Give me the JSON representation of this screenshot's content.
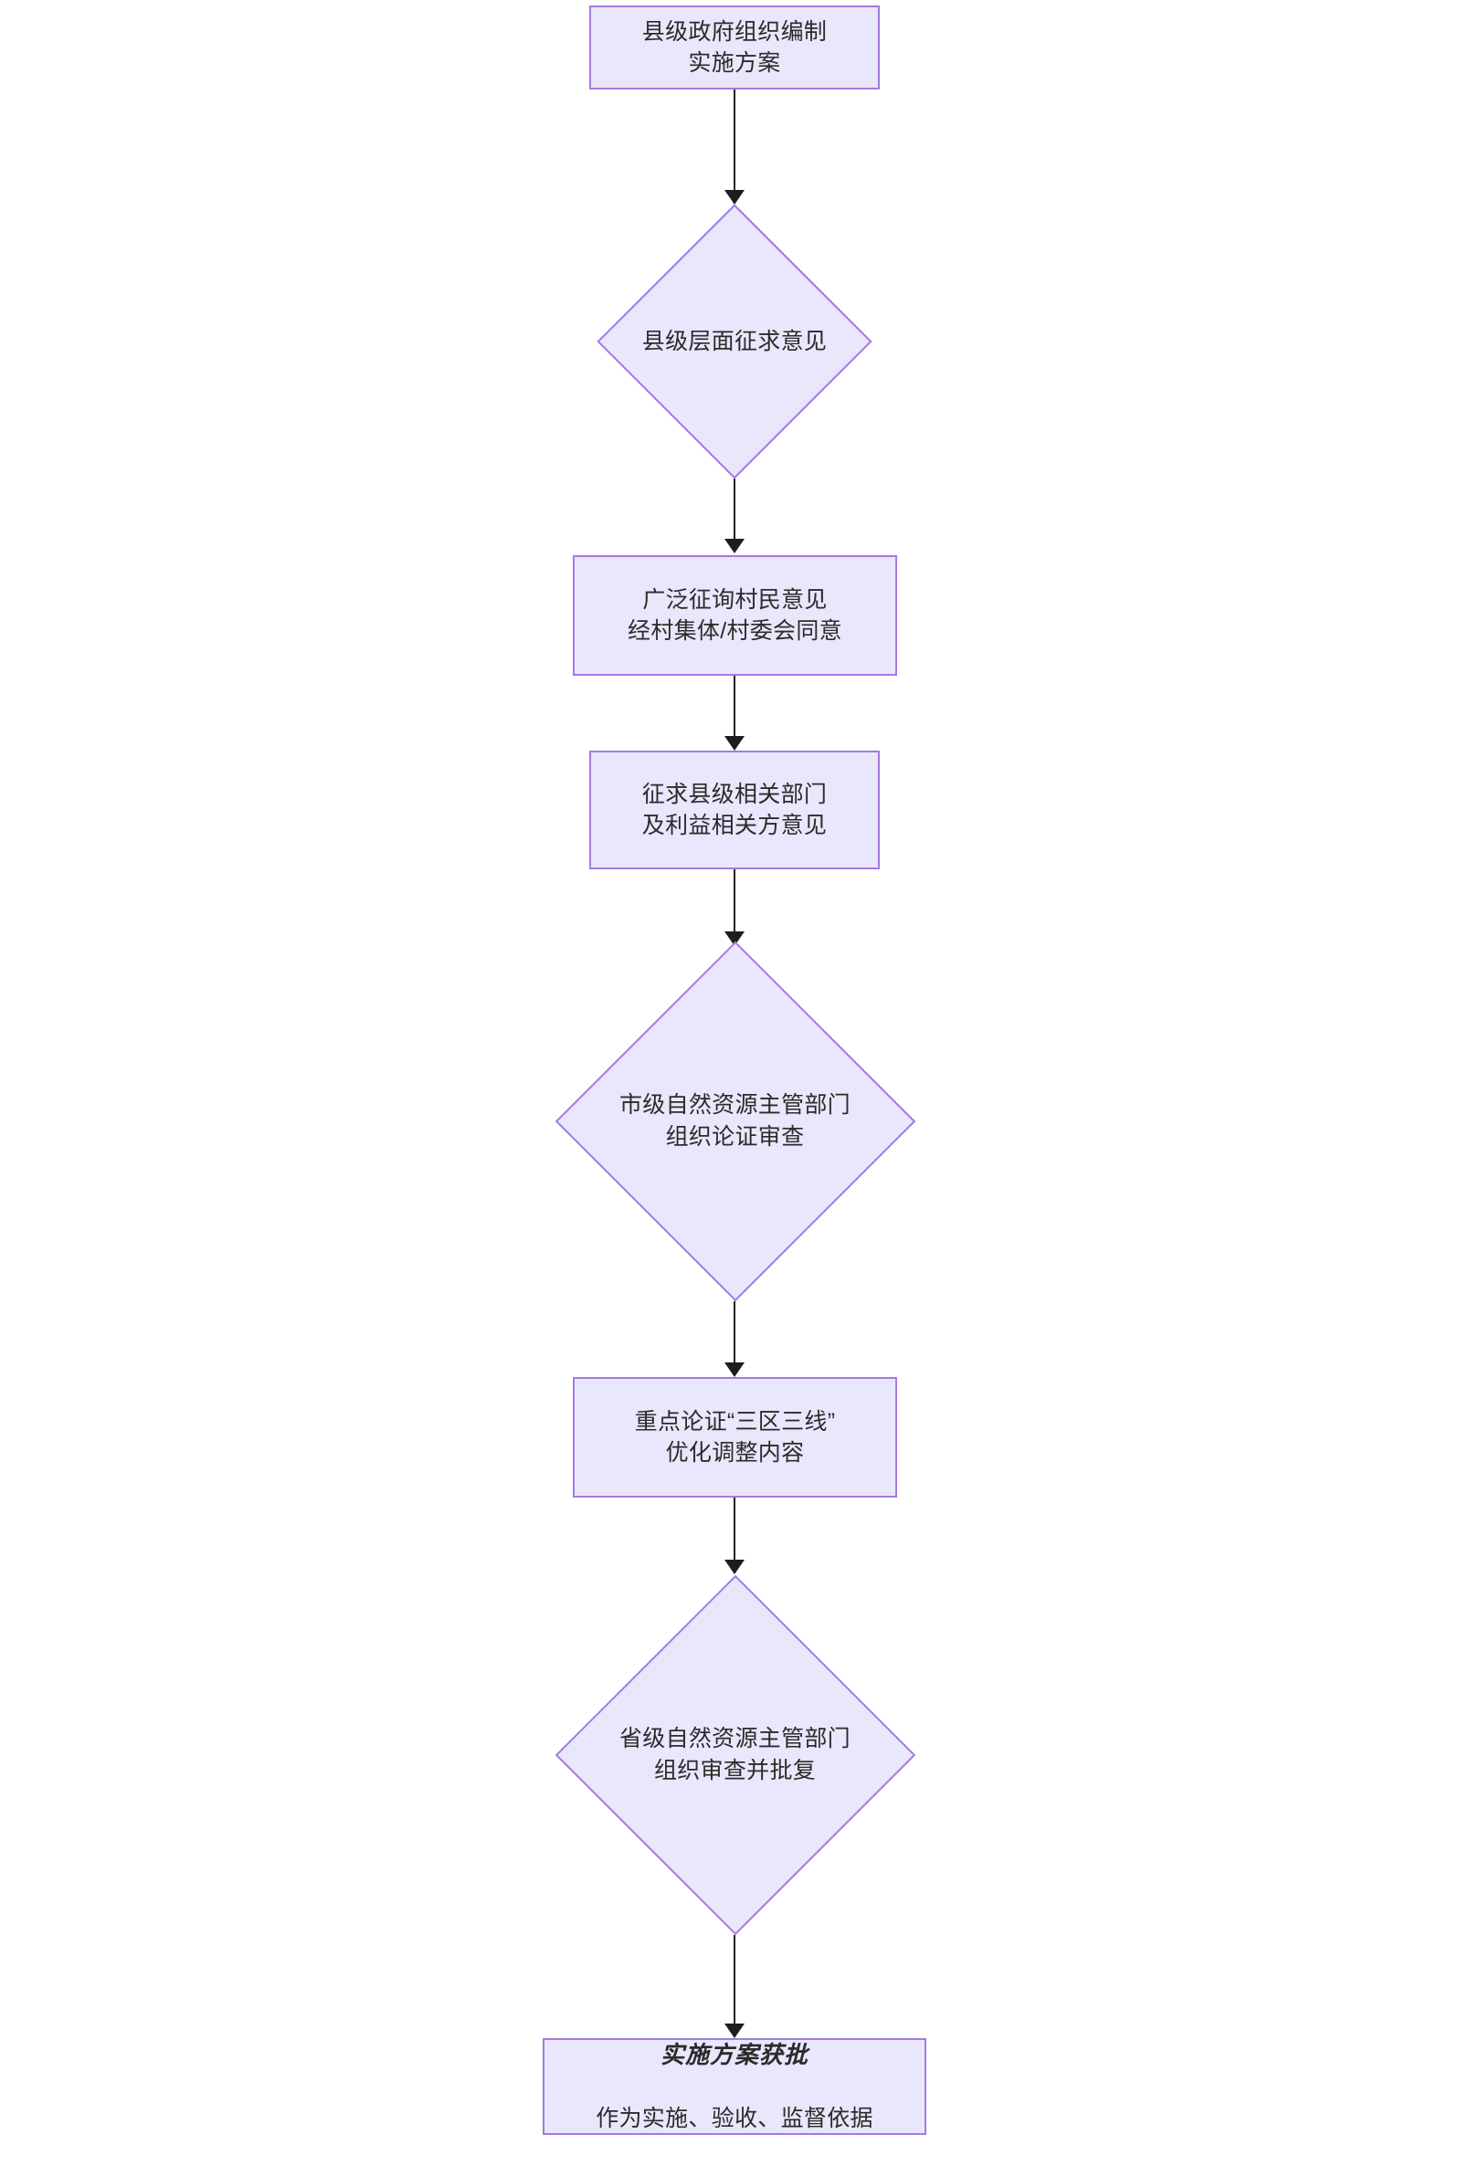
{
  "diagram": {
    "type": "flowchart",
    "orientation": "top-to-bottom",
    "colors": {
      "node_fill": "#e9e7fb",
      "node_border": "#a47ae2",
      "text": "#2b2b2b",
      "arrow": "#1d1d1d",
      "background": "#ffffff"
    },
    "nodes": [
      {
        "id": "n1",
        "shape": "rectangle",
        "lines": [
          "县级政府组织编制",
          "实施方案"
        ],
        "text": "县级政府组织编制\n实施方案",
        "emphasis": false
      },
      {
        "id": "n2",
        "shape": "diamond",
        "lines": [
          "县级层面征求意见"
        ],
        "text": "县级层面征求意见",
        "emphasis": false
      },
      {
        "id": "n3",
        "shape": "rectangle",
        "lines": [
          "广泛征询村民意见",
          "经村集体/村委会同意"
        ],
        "text": "广泛征询村民意见\n经村集体/村委会同意",
        "emphasis": false
      },
      {
        "id": "n4",
        "shape": "rectangle",
        "lines": [
          "征求县级相关部门",
          "及利益相关方意见"
        ],
        "text": "征求县级相关部门\n及利益相关方意见",
        "emphasis": false
      },
      {
        "id": "n5",
        "shape": "diamond",
        "lines": [
          "市级自然资源主管部门",
          "组织论证审查"
        ],
        "text": "市级自然资源主管部门\n组织论证审查",
        "emphasis": false
      },
      {
        "id": "n6",
        "shape": "rectangle",
        "lines": [
          "重点论证“三区三线”",
          "优化调整内容"
        ],
        "text": "重点论证“三区三线”\n优化调整内容",
        "emphasis": false
      },
      {
        "id": "n7",
        "shape": "diamond",
        "lines": [
          "省级自然资源主管部门",
          "组织审查并批复"
        ],
        "text": "省级自然资源主管部门\n组织审查并批复",
        "emphasis": false
      },
      {
        "id": "n8",
        "shape": "rectangle",
        "emphasis": true,
        "line_strong": "实施方案获批",
        "line_normal": "作为实施、验收、监督依据"
      }
    ],
    "edges": [
      {
        "from": "n1",
        "to": "n2"
      },
      {
        "from": "n2",
        "to": "n3"
      },
      {
        "from": "n3",
        "to": "n4"
      },
      {
        "from": "n4",
        "to": "n5"
      },
      {
        "from": "n5",
        "to": "n6"
      },
      {
        "from": "n6",
        "to": "n7"
      },
      {
        "from": "n7",
        "to": "n8"
      }
    ]
  }
}
